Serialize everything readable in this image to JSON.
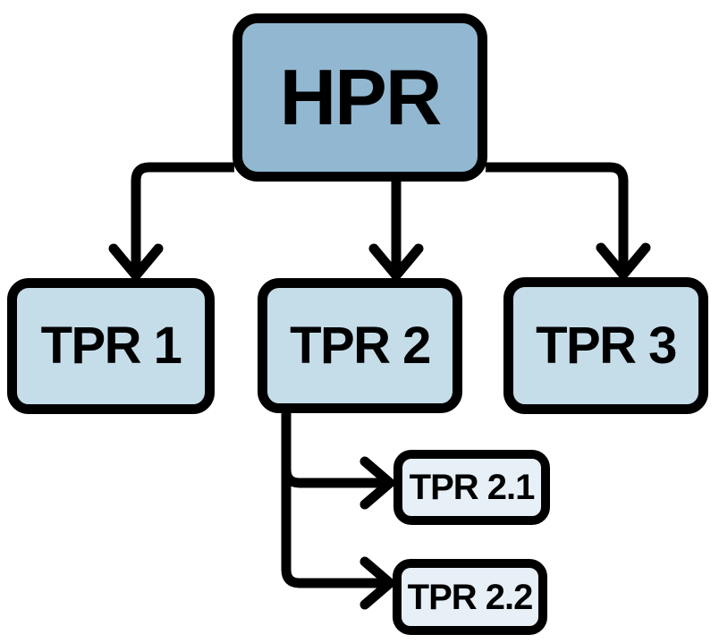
{
  "diagram": {
    "type": "hierarchy",
    "background": "#ffffff",
    "stroke_color": "#000000",
    "text_color": "#000000",
    "nodes": {
      "root": {
        "label": "HPR",
        "fill": "#92b8d1",
        "level": 1
      },
      "tpr1": {
        "label": "TPR 1",
        "fill": "#c5dde9",
        "level": 2
      },
      "tpr2": {
        "label": "TPR 2",
        "fill": "#c5dde9",
        "level": 2
      },
      "tpr3": {
        "label": "TPR 3",
        "fill": "#c5dde9",
        "level": 2
      },
      "tpr21": {
        "label": "TPR 2.1",
        "fill": "#e7f0f7",
        "level": 3
      },
      "tpr22": {
        "label": "TPR 2.2",
        "fill": "#e7f0f7",
        "level": 3
      }
    },
    "edges": [
      {
        "from": "root",
        "to": "tpr1"
      },
      {
        "from": "root",
        "to": "tpr2"
      },
      {
        "from": "root",
        "to": "tpr3"
      },
      {
        "from": "tpr2",
        "to": "tpr21"
      },
      {
        "from": "tpr2",
        "to": "tpr22"
      }
    ]
  }
}
